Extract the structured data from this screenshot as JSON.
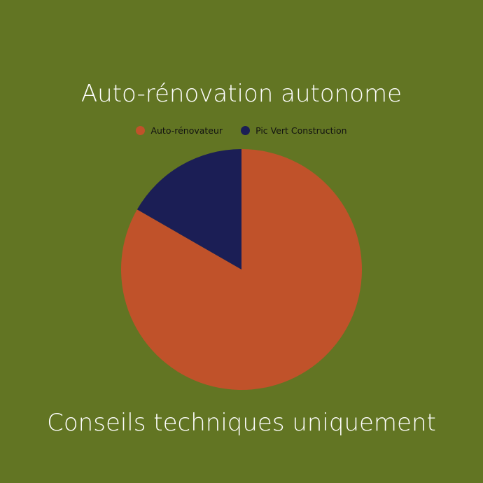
{
  "title": "Auto-rénovation autonome",
  "subtitle": "Conseils techniques uniquement",
  "background_color": "#627523",
  "legend": [
    {
      "label": "Auto-rénovateur",
      "color": "#C0522A"
    },
    {
      "label": "Pic Vert Construction",
      "color": "#1B1E55"
    }
  ],
  "chart_data": {
    "type": "pie",
    "title": "Auto-rénovation autonome",
    "categories": [
      "Auto-rénovateur",
      "Pic Vert Construction"
    ],
    "values": [
      83.3,
      16.7
    ],
    "colors": [
      "#C0522A",
      "#1B1E55"
    ],
    "legend_position": "top",
    "annotation": "Conseils techniques uniquement"
  }
}
